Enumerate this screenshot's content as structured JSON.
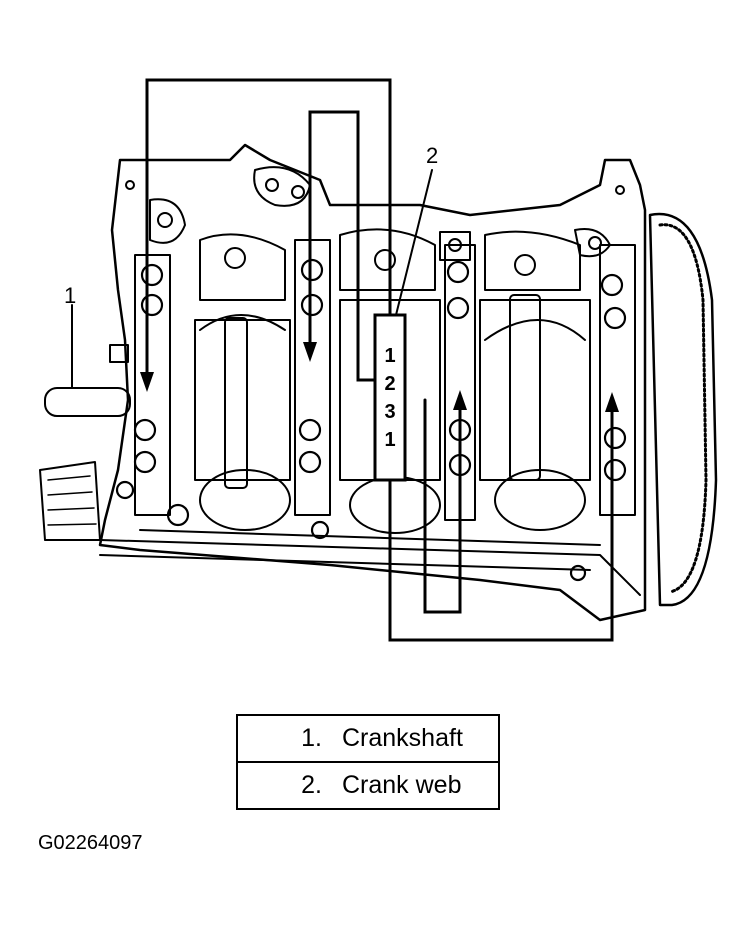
{
  "callouts": {
    "c1": "1",
    "c2": "2"
  },
  "bolt_sequence": [
    "1",
    "2",
    "3",
    "1"
  ],
  "legend": [
    {
      "num": "1.",
      "label": "Crankshaft"
    },
    {
      "num": "2.",
      "label": "Crank web"
    }
  ],
  "figure_id": "G02264097"
}
